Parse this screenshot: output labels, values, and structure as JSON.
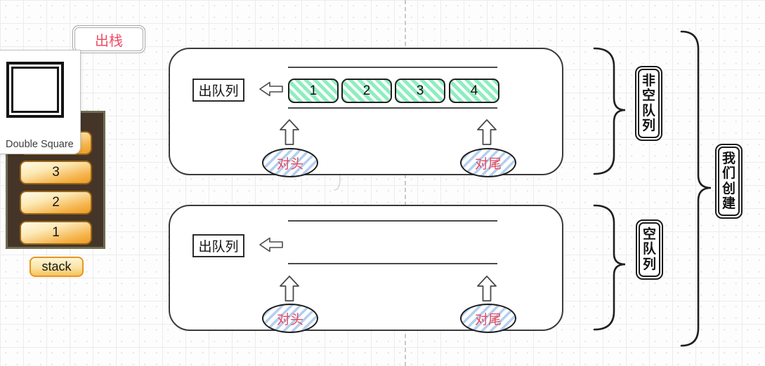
{
  "popup": {
    "label": "出栈"
  },
  "tooltip": {
    "label": "Double Square"
  },
  "stack": {
    "items": [
      "3",
      "2",
      "1"
    ],
    "label": "stack"
  },
  "queues": {
    "top": {
      "dequeue_label": "出队列",
      "items": [
        "1",
        "2",
        "3",
        "4"
      ],
      "head_label": "对头",
      "tail_label": "对尾"
    },
    "bottom": {
      "dequeue_label": "出队列",
      "head_label": "对头",
      "tail_label": "对尾"
    }
  },
  "annotations": {
    "non_empty_queue": "非空队列",
    "empty_queue": "空队列",
    "we_create": "我们创建"
  },
  "colors": {
    "red_text": "#e8495e",
    "item_green": "#8deebf",
    "ellipse_blue": "#b3cfee",
    "stack_gold": "#f0a437",
    "stack_brown": "#453528"
  }
}
